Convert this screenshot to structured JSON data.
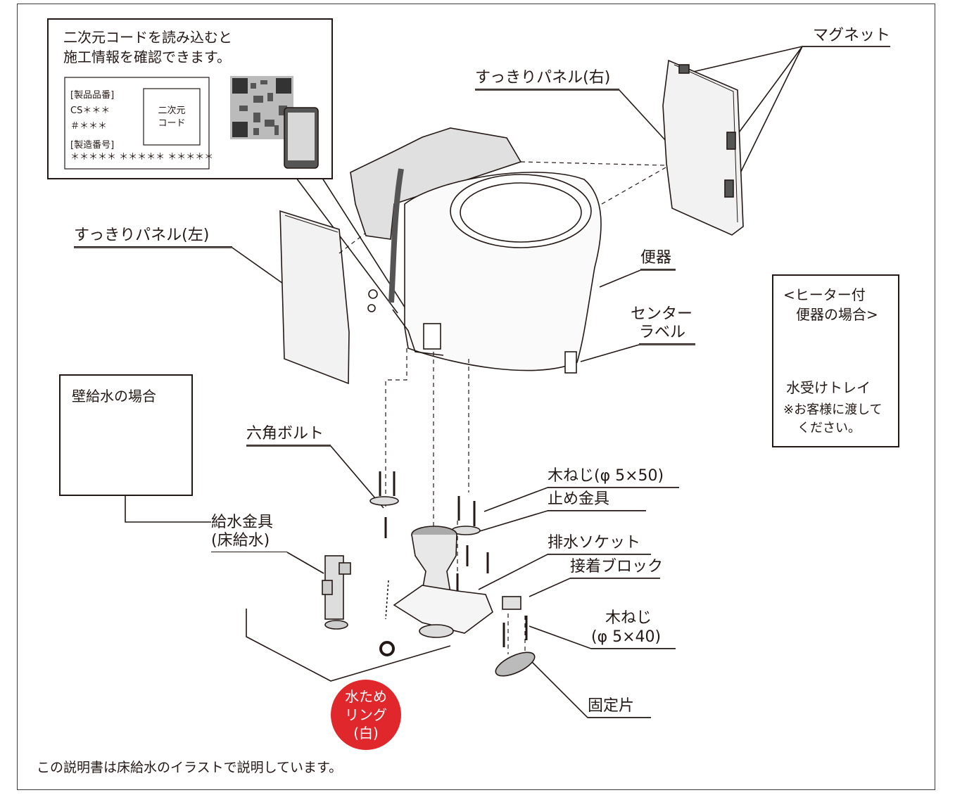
{
  "qr_callout": {
    "title_line1": "二次元コードを読み込むと",
    "title_line2": "施工情報を確認できます。",
    "label_product_no": "[製品品番]",
    "model_cs": "CS＊＊＊",
    "model_hash": "＃＊＊＊",
    "label_serial_no": "[製造番号]",
    "serial_value": "＊＊＊＊＊ ＊＊＊＊＊ ＊＊＊＊＊",
    "code_box_line1": "二次元",
    "code_box_line2": "コード"
  },
  "labels": {
    "magnet": "マグネット",
    "panel_right": "すっきりパネル(右)",
    "panel_left": "すっきりパネル(左)",
    "bowl": "便器",
    "center_label_line1": "センター",
    "center_label_line2": "ラベル",
    "hex_bolt": "六角ボルト",
    "wood_screw_50": "木ねじ(φ 5×50)",
    "stop_bracket": "止め金具",
    "water_fitting_line1": "給水金具",
    "water_fitting_line2": "(床給水)",
    "drain_socket": "排水ソケット",
    "adhesive_block": "接着ブロック",
    "wood_screw_40_line1": "木ねじ",
    "wood_screw_40_line2": "(φ 5×40)",
    "fixing_piece": "固定片"
  },
  "wall_supply_box": {
    "title": "壁給水の場合"
  },
  "heater_box": {
    "line1": "<ヒーター付",
    "line2": "便器の場合>",
    "tray_name": "水受けトレイ",
    "note_line1": "※お客様に渡して",
    "note_line2": "ください。"
  },
  "water_ring_badge": {
    "line1": "水ため",
    "line2": "リング",
    "line3": "(白)"
  },
  "footer_note": "この説明書は床給水のイラストで説明しています。",
  "colors": {
    "line": "#231815",
    "badge_red": "#e0282c",
    "panel_fill": "#f2f2f2"
  }
}
